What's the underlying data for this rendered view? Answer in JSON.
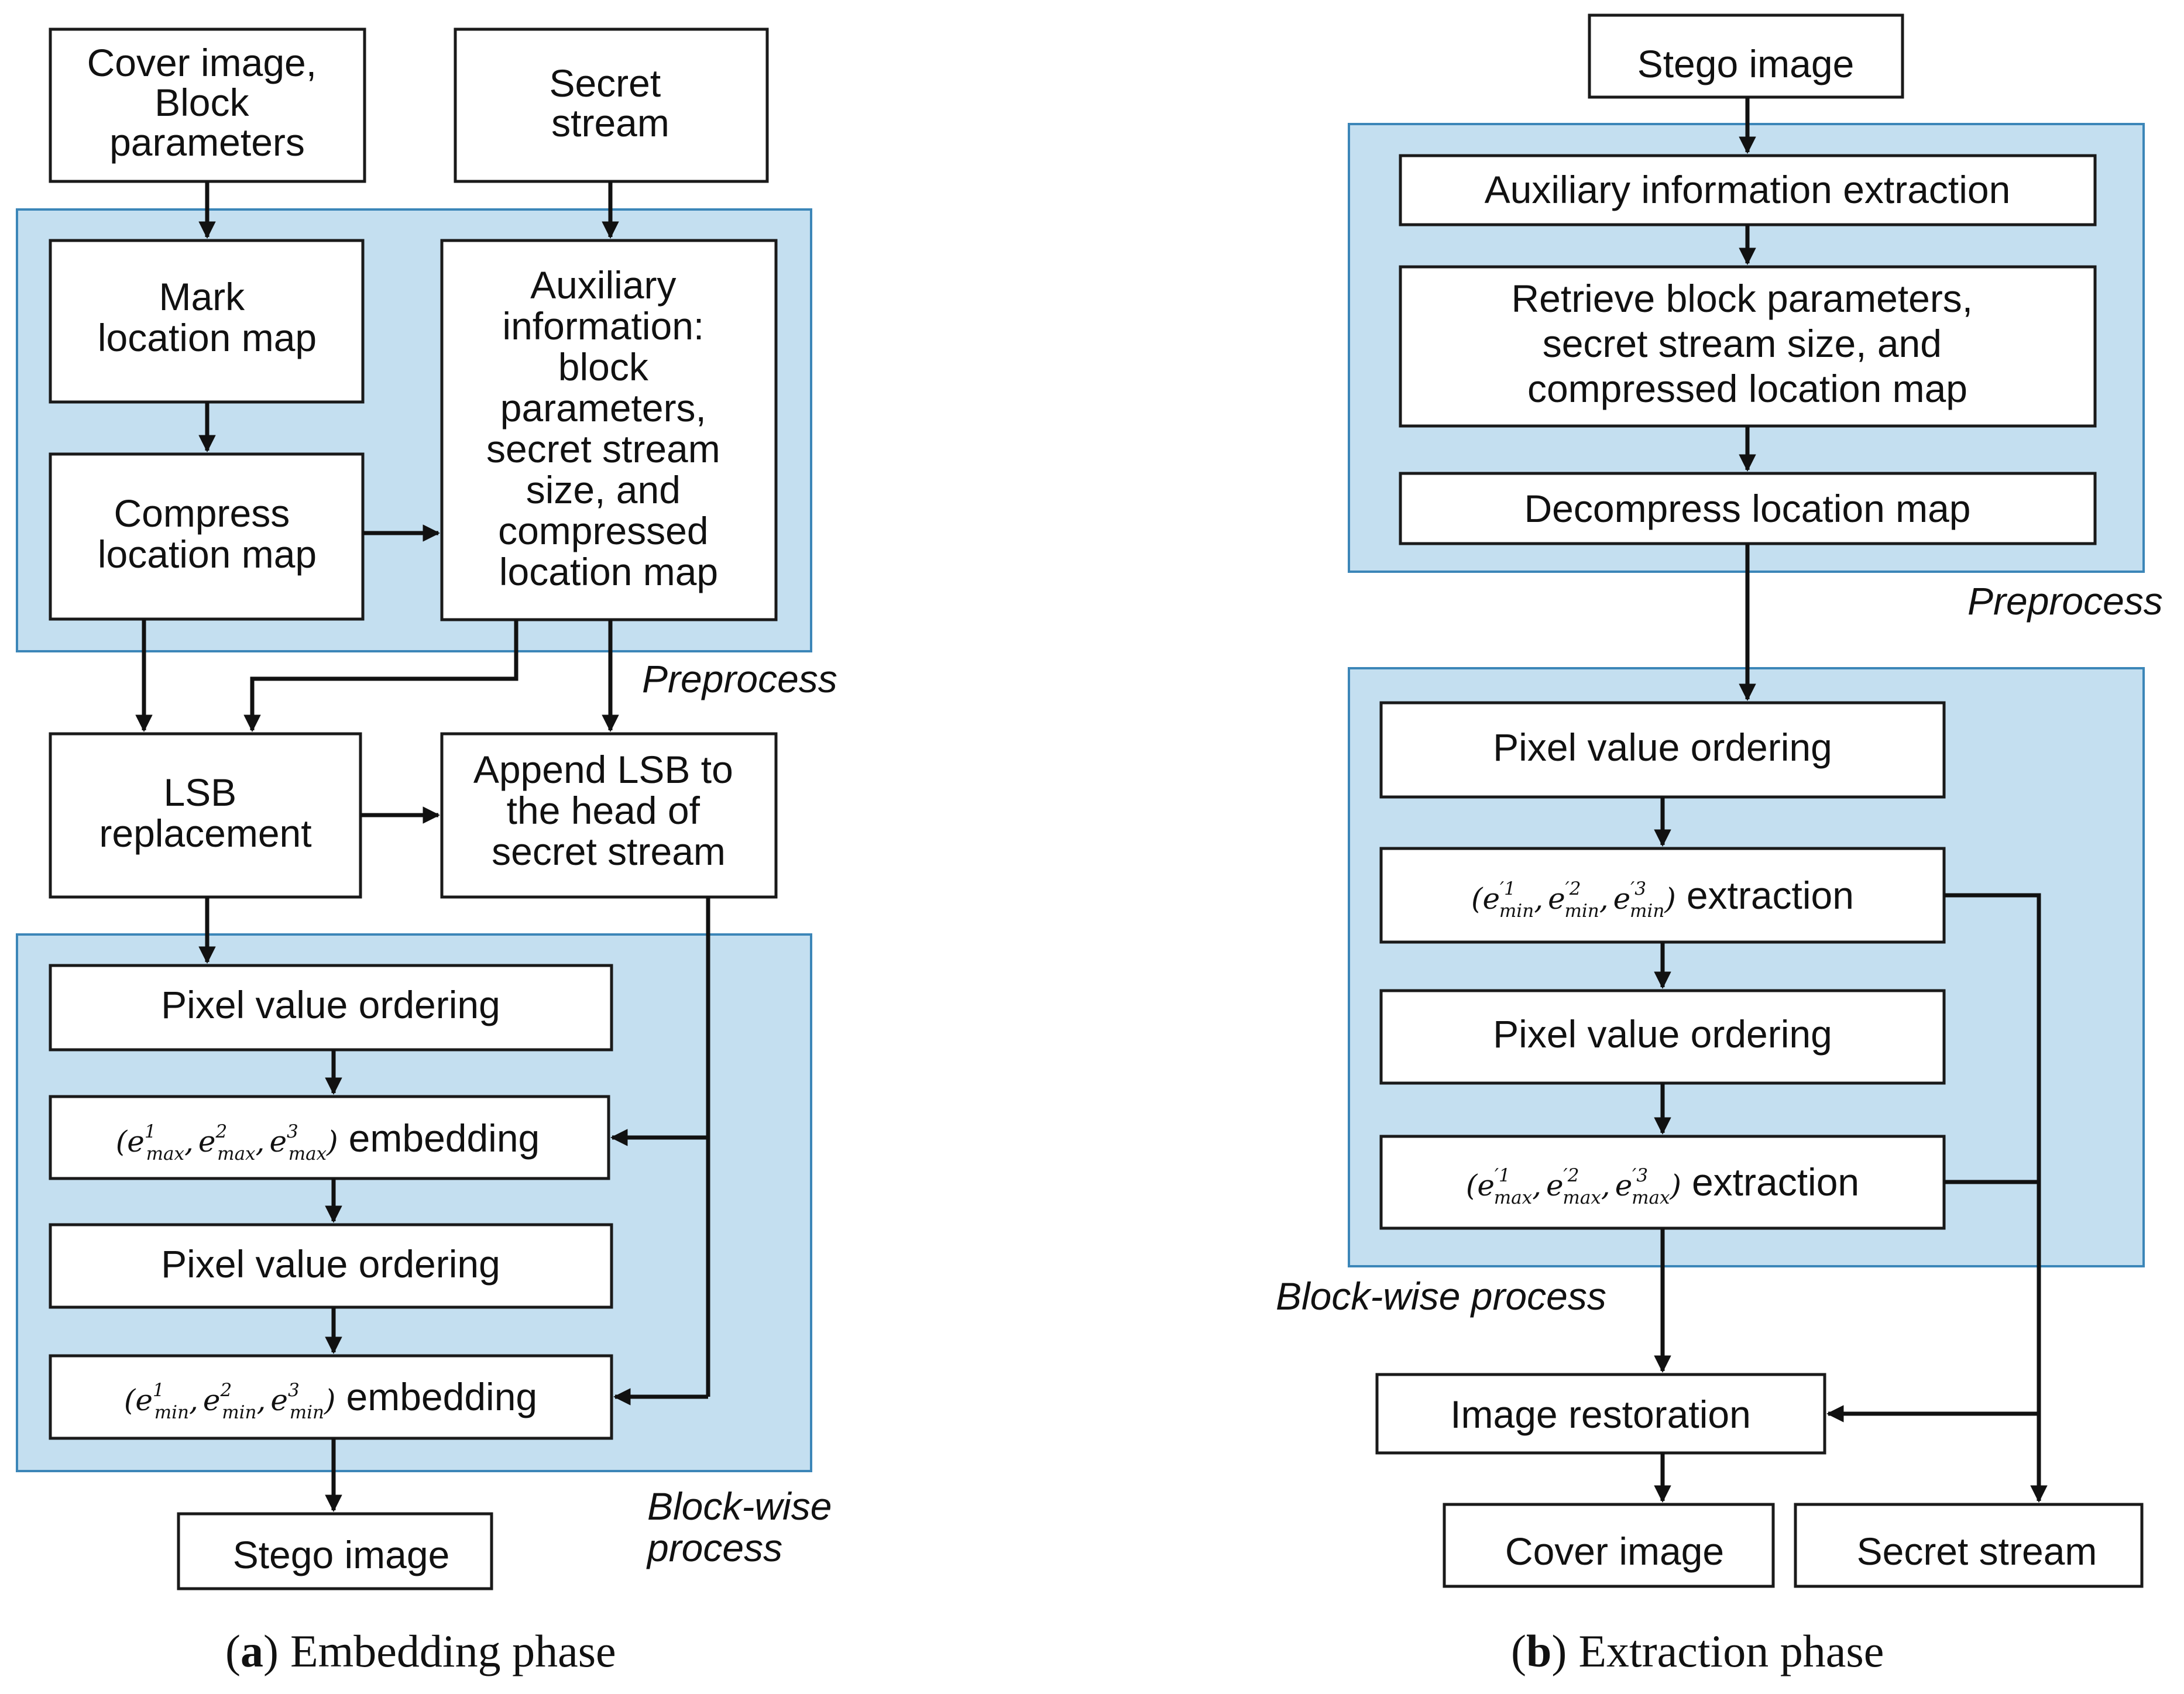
{
  "embedding": {
    "cover_input": [
      "Cover image,",
      "Block",
      "parameters"
    ],
    "secret_input": [
      "Secret",
      "stream"
    ],
    "mark_map": [
      "Mark",
      "location map"
    ],
    "compress_map": [
      "Compress",
      "location map"
    ],
    "aux_info": [
      "Auxiliary",
      "information:",
      "block",
      "parameters,",
      "secret stream",
      "size, and",
      "compressed",
      "location map"
    ],
    "preprocess_label": "Preprocess",
    "lsb_replacement": [
      "LSB",
      "replacement"
    ],
    "append_lsb": [
      "Append LSB to",
      "the head of",
      "secret stream"
    ],
    "pvo_1": "Pixel value ordering",
    "embed_max": {
      "open": "(",
      "e": "e",
      "sup1": "1",
      "sup2": "2",
      "sup3": "3",
      "sub": "max",
      "comma": ",",
      "close": ")",
      "word": "embedding"
    },
    "pvo_2": "Pixel value ordering",
    "embed_min": {
      "open": "(",
      "e": "e",
      "sup1": "1",
      "sup2": "2",
      "sup3": "3",
      "sub": "min",
      "comma": ",",
      "close": ")",
      "word": "embedding"
    },
    "blockwise_label": [
      "Block-wise",
      "process"
    ],
    "stego_output": "Stego image",
    "caption_letter": "a",
    "caption_open": "(",
    "caption_close": ")",
    "caption_text": "Embedding phase"
  },
  "extraction": {
    "stego_input": "Stego image",
    "aux_extract": "Auxiliary information extraction",
    "retrieve": [
      "Retrieve block parameters,",
      "secret stream size, and",
      "compressed location map"
    ],
    "decompress": "Decompress location map",
    "preprocess_label": "Preprocess",
    "pvo_1": "Pixel value ordering",
    "extract_min": {
      "open": "(",
      "e": "e",
      "prime": "′",
      "sup1": "1",
      "sup2": "2",
      "sup3": "3",
      "sub": "min",
      "comma": ",",
      "close": ")",
      "word": "extraction"
    },
    "pvo_2": "Pixel value ordering",
    "extract_max": {
      "open": "(",
      "e": "e",
      "prime": "′",
      "sup1": "1",
      "sup2": "2",
      "sup3": "3",
      "sub": "max",
      "comma": ",",
      "close": ")",
      "word": "extraction"
    },
    "blockwise_label": "Block-wise process",
    "restoration": "Image restoration",
    "cover_output": "Cover image",
    "secret_output": "Secret stream",
    "caption_letter": "b",
    "caption_open": "(",
    "caption_close": ")",
    "caption_text": "Extraction phase"
  }
}
